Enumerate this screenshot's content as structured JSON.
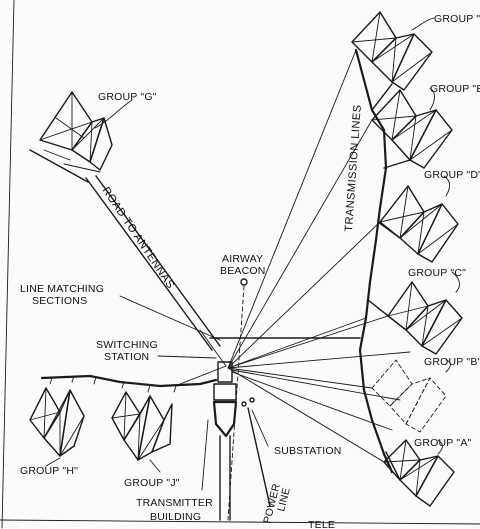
{
  "labels": {
    "group_g": "GROUP \"G\"",
    "group_top": "GROUP \"",
    "group_e": "GROUP \"E",
    "group_d": "GROUP \"D\"",
    "group_c": "GROUP \"C\"",
    "group_b": "GROUP \"B\"",
    "group_a": "GROUP \"A\"",
    "group_h": "GROUP \"H\"",
    "group_j": "GROUP \"J\"",
    "transmission_lines": "TRANSMISSION LINES",
    "road_to_antennas": "ROAD TO ANTENNAS",
    "airway_beacon_1": "AIRWAY",
    "airway_beacon_2": "BEACON",
    "line_matching_1": "LINE MATCHING",
    "line_matching_2": "SECTIONS",
    "switching_1": "SWITCHING",
    "switching_2": "STATION",
    "substation": "SUBSTATION",
    "transmitter_1": "TRANSMITTER",
    "transmitter_2": "BUILDING",
    "power_line_1": "POWER",
    "power_line_2": "LINE",
    "tele_partial": "TELE"
  }
}
